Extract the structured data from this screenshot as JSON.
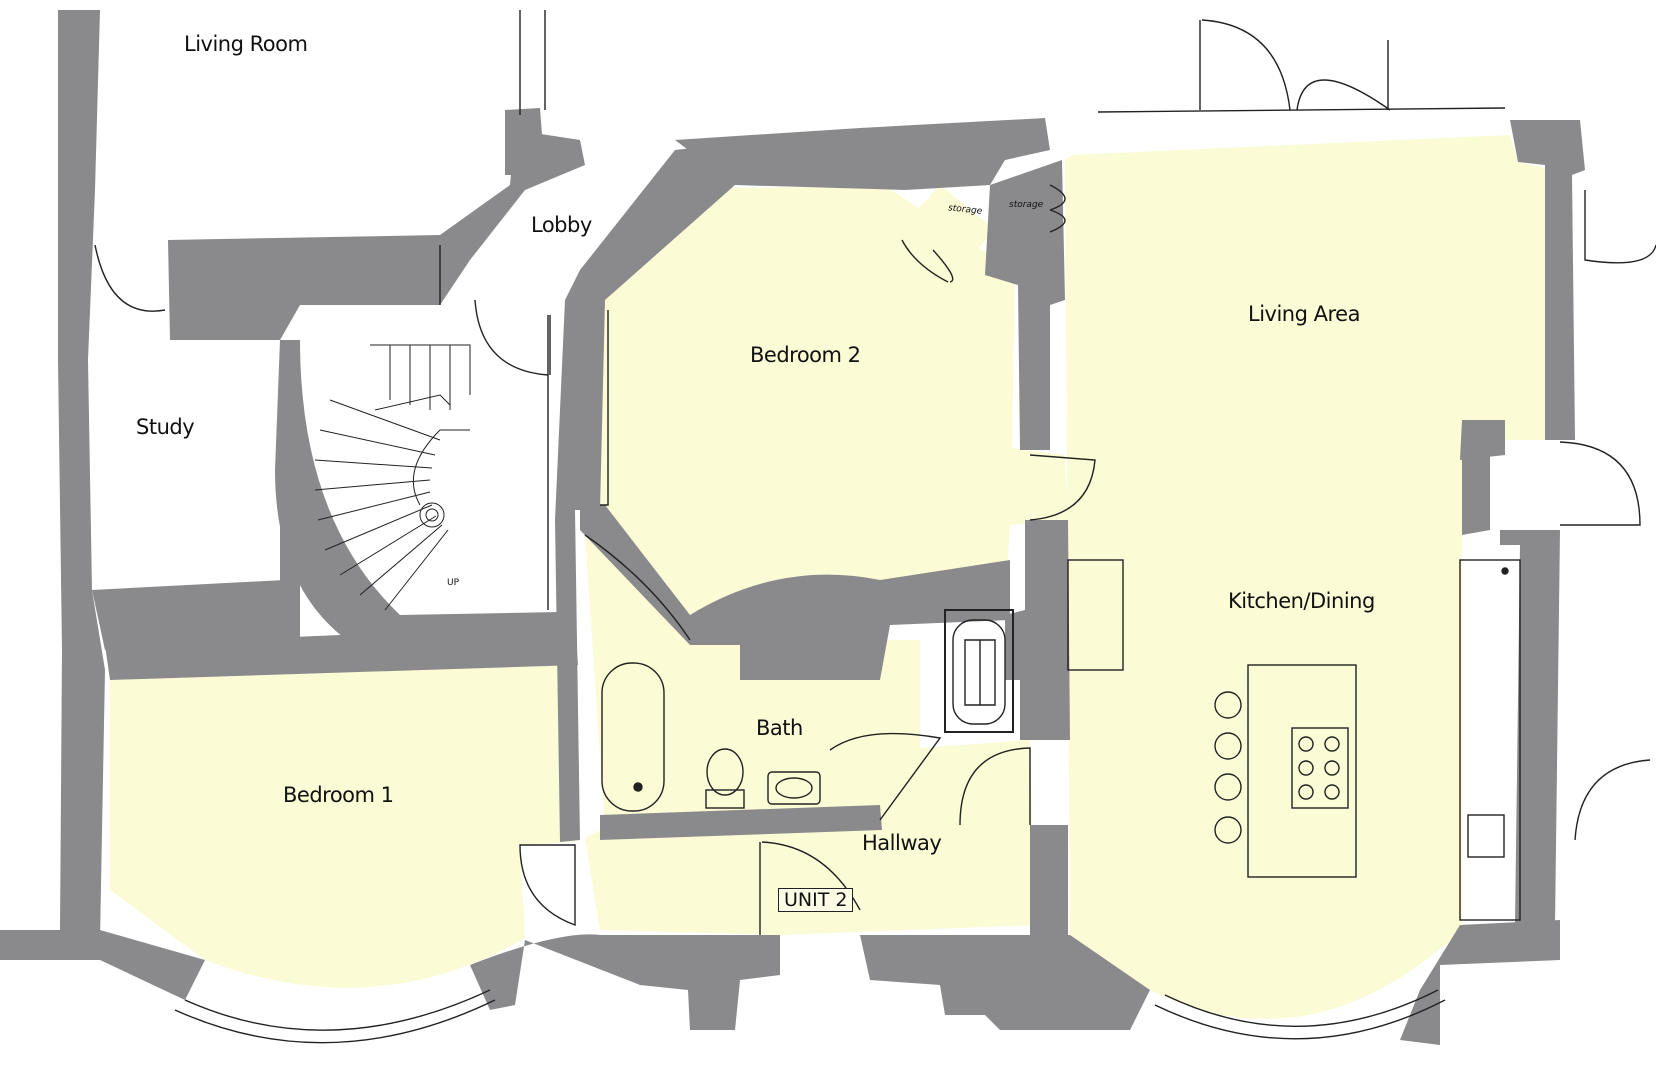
{
  "rooms": {
    "living_room": "Living Room",
    "lobby": "Lobby",
    "study": "Study",
    "bedroom_2": "Bedroom 2",
    "living_area": "Living Area",
    "kitchen_dining": "Kitchen/Dining",
    "bath": "Bath",
    "bedroom_1": "Bedroom 1",
    "hallway": "Hallway"
  },
  "labels": {
    "storage_left": "storage",
    "storage_right": "storage",
    "stair_up": "UP",
    "unit": "UNIT 2"
  },
  "colors": {
    "wall": "#8a8a8c",
    "room_fill": "#fbfbd6",
    "background": "#ffffff",
    "line": "#222222"
  }
}
